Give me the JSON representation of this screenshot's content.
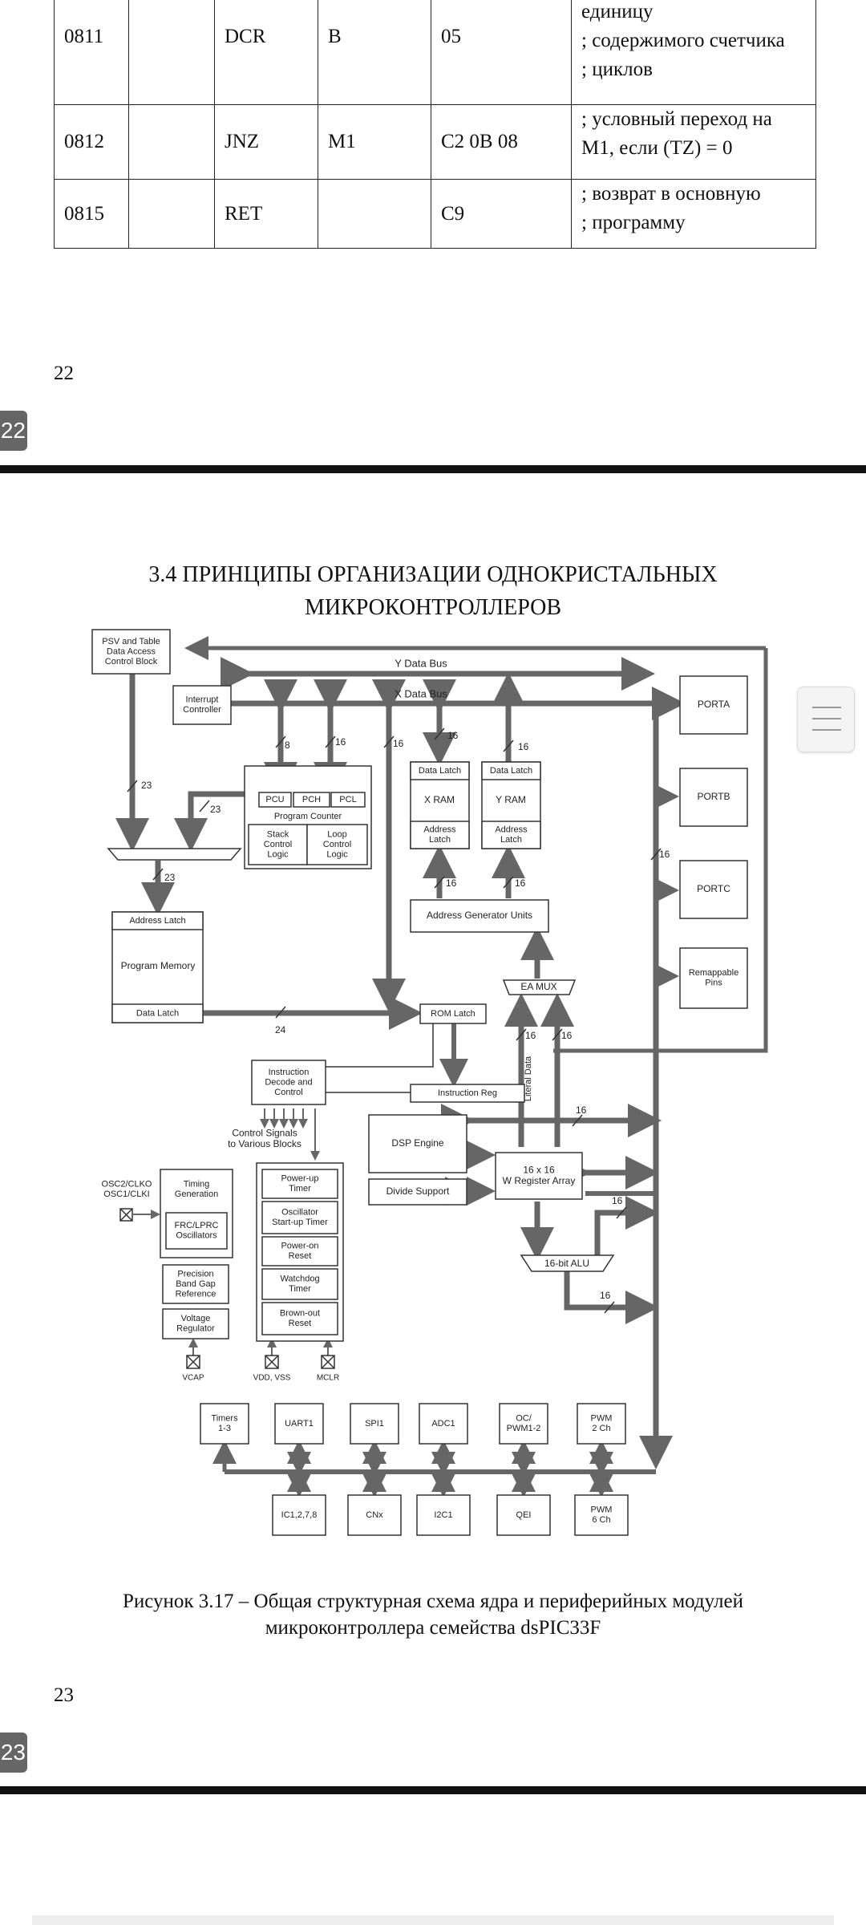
{
  "code_table": {
    "rows": [
      {
        "addr": "0811",
        "label": "",
        "op": "DCR",
        "arg": "B",
        "code": "05",
        "comment": "; уменьшение на\nединицу\n; содержимого счетчика\n; циклов"
      },
      {
        "addr": "0812",
        "label": "",
        "op": "JNZ",
        "arg": "M1",
        "code": "C2 0B 08",
        "comment": "; условный переход на\nM1, если (TZ) = 0"
      },
      {
        "addr": "0815",
        "label": "",
        "op": "RET",
        "arg": "",
        "code": "C9",
        "comment": "; возврат в основную\n; программу"
      }
    ]
  },
  "pages": {
    "p22_number": "22",
    "p22_badge": "22",
    "p23_number": "23",
    "p23_badge": "23"
  },
  "section": {
    "heading_line1": "3.4 ПРИНЦИПЫ ОРГАНИЗАЦИИ ОДНОКРИСТАЛЬНЫХ",
    "heading_line2": "МИКРОКОНТРОЛЛЕРОВ"
  },
  "figure": {
    "caption_line1": "Рисунок 3.17 – Общая структурная схема ядра и периферийных модулей",
    "caption_line2": "микроконтроллера семейства dsPIC33F",
    "labels": {
      "psv": [
        "PSV and Table",
        "Data Access",
        "Control Block"
      ],
      "interrupt": [
        "Interrupt",
        "Controller"
      ],
      "y_bus": "Y Data Bus",
      "x_bus": "X Data Bus",
      "porta": "PORTA",
      "portb": "PORTB",
      "portc": "PORTC",
      "remap": [
        "Remappable",
        "Pins"
      ],
      "pcu": "PCU",
      "pch": "PCH",
      "pcl": "PCL",
      "program_counter": "Program Counter",
      "stack": [
        "Stack",
        "Control",
        "Logic"
      ],
      "loop": [
        "Loop",
        "Control",
        "Logic"
      ],
      "data_latch": "Data Latch",
      "x_ram": "X RAM",
      "y_ram": "Y RAM",
      "addr_latch": [
        "Address",
        "Latch"
      ],
      "agu": "Address Generator Units",
      "ea_mux": "EA MUX",
      "address_latch": "Address Latch",
      "program_memory": "Program Memory",
      "pm_data_latch": "Data Latch",
      "rom_latch": "ROM Latch",
      "instr_decode": [
        "Instruction",
        "Decode and",
        "Control"
      ],
      "instr_reg": "Instruction Reg",
      "literal": "Literal Data",
      "control_signals": [
        "Control Signals",
        "to Various Blocks"
      ],
      "dsp": "DSP Engine",
      "divide": "Divide Support",
      "wreg": [
        "16 x 16",
        "W Register Array"
      ],
      "alu": "16-bit ALU",
      "osc_pins": [
        "OSC2/CLKO",
        "OSC1/CLKI"
      ],
      "timing": [
        "Timing",
        "Generation"
      ],
      "frc": [
        "FRC/LPRC",
        "Oscillators"
      ],
      "bandgap": [
        "Precision",
        "Band Gap",
        "Reference"
      ],
      "vreg": [
        "Voltage",
        "Regulator"
      ],
      "powerup": [
        "Power-up",
        "Timer"
      ],
      "ost": [
        "Oscillator",
        "Start-up Timer"
      ],
      "por": [
        "Power-on",
        "Reset"
      ],
      "wdt": [
        "Watchdog",
        "Timer"
      ],
      "bor": [
        "Brown-out",
        "Reset"
      ],
      "vcap": "VCAP",
      "vdd": "VDD, VSS",
      "mclr": "MCLR",
      "periph_top": [
        [
          "Timers",
          "1-3"
        ],
        [
          "UART1"
        ],
        [
          "SPI1"
        ],
        [
          "ADC1"
        ],
        [
          "OC/",
          "PWM1-2"
        ],
        [
          "PWM",
          "2 Ch"
        ]
      ],
      "periph_bottom": [
        [
          "IC1,2,7,8"
        ],
        [
          "CNx"
        ],
        [
          "I2C1"
        ],
        [
          "QEI"
        ],
        [
          "PWM",
          "6 Ch"
        ]
      ],
      "widths": {
        "w8": "8",
        "w16": "16",
        "w23": "23",
        "w24": "24"
      }
    }
  }
}
